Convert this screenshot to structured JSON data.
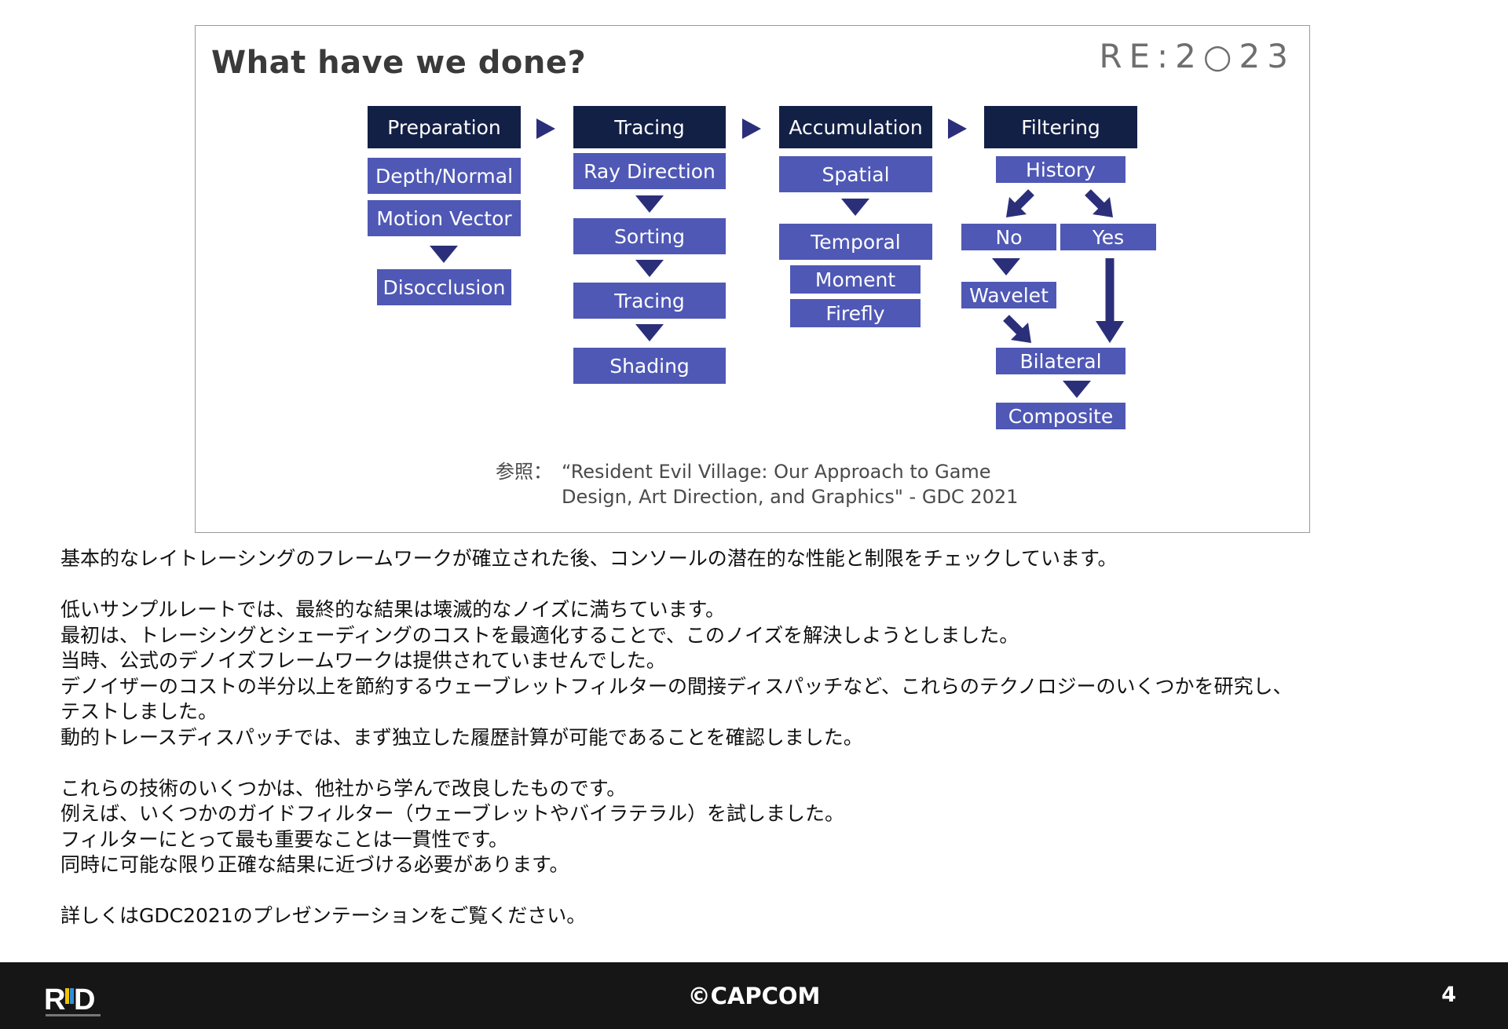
{
  "slide": {
    "title": "What have we done?",
    "event_logo": "RE:2○23"
  },
  "diagram": {
    "stages": [
      {
        "label": "Preparation",
        "steps": [
          "Depth/Normal",
          "Motion Vector",
          "Disocclusion"
        ]
      },
      {
        "label": "Tracing",
        "steps": [
          "Ray Direction",
          "Sorting",
          "Tracing",
          "Shading"
        ]
      },
      {
        "label": "Accumulation",
        "steps": [
          "Spatial",
          "Temporal",
          "Moment",
          "Firefly"
        ]
      },
      {
        "label": "Filtering",
        "steps": [
          "History",
          "No",
          "Yes",
          "Wavelet",
          "Bilateral",
          "Composite"
        ]
      }
    ],
    "colors": {
      "stage_header": "#132046",
      "step": "#4f58b5",
      "arrow": "#2b2f7a"
    },
    "reference": {
      "label": "参照：",
      "line1": "“Resident Evil Village: Our Approach to Game",
      "line2": "Design, Art Direction, and Graphics\" - GDC 2021"
    }
  },
  "body_text": [
    "基本的なレイトレーシングのフレームワークが確立された後、コンソールの潜在的な性能と制限をチェックしています。",
    "",
    "低いサンプルレートでは、最終的な結果は壊滅的なノイズに満ちています。",
    "最初は、トレーシングとシェーディングのコストを最適化することで、このノイズを解決しようとしました。",
    "当時、公式のデノイズフレームワークは提供されていませんでした。",
    "デノイザーのコストの半分以上を節約するウェーブレットフィルターの間接ディスパッチなど、これらのテクノロジーのいくつかを研究し、",
    "テストしました。",
    "動的トレースディスパッチでは、まず独立した履歴計算が可能であることを確認しました。",
    "",
    "これらの技術のいくつかは、他社から学んで改良したものです。",
    "例えば、いくつかのガイドフィルター（ウェーブレットやバイラテラル）を試しました。",
    "フィルターにとって最も重要なことは一貫性です。",
    "同時に可能な限り正確な結果に近づける必要があります。",
    "",
    "詳しくはGDC2021のプレゼンテーションをご覧ください。"
  ],
  "footer": {
    "logo": "R&D logo",
    "copyright": "©CAPCOM",
    "page_number": "4"
  }
}
